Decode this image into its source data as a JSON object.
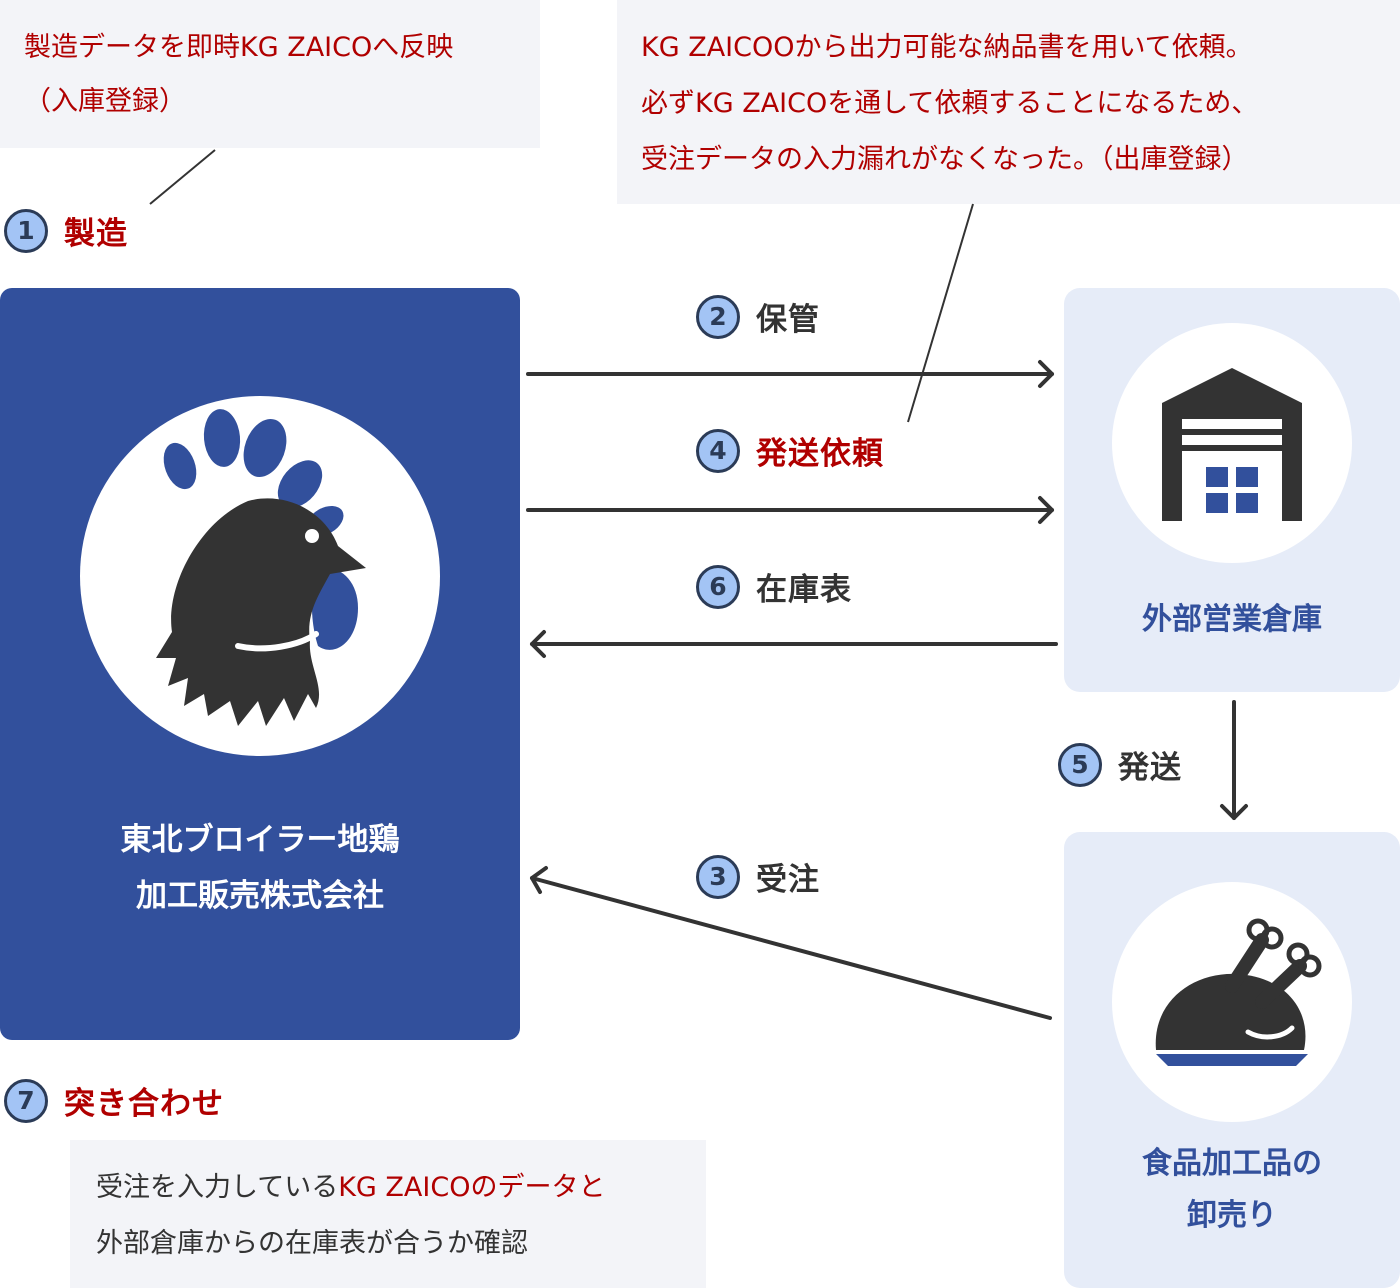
{
  "callouts": {
    "manufacturing": {
      "line1": "製造データを即時KG ZAICOへ反映",
      "line2": "（入庫登録）"
    },
    "shipping_request": {
      "line1": "KG ZAICOOから出力可能な納品書を用いて依頼。",
      "line2": "必ずKG ZAICOを通して依頼することになるため、",
      "line3": "受注データの入力漏れがなくなった。（出庫登録）"
    },
    "reconcile": {
      "line1_a": "受注を入力している",
      "line1_b": "KG ZAICOのデータと",
      "line2": "外部倉庫からの在庫表が合うか確認"
    }
  },
  "steps": [
    {
      "num": "1",
      "label": "製造"
    },
    {
      "num": "2",
      "label": "保管"
    },
    {
      "num": "3",
      "label": "受注"
    },
    {
      "num": "4",
      "label": "発送依頼"
    },
    {
      "num": "5",
      "label": "発送"
    },
    {
      "num": "6",
      "label": "在庫表"
    },
    {
      "num": "7",
      "label": "突き合わせ"
    }
  ],
  "company": {
    "line1": "東北ブロイラー地鶏",
    "line2": "加工販売株式会社"
  },
  "warehouse": {
    "name": "外部営業倉庫"
  },
  "wholesale": {
    "line1": "食品加工品の",
    "line2": "卸売り"
  },
  "colors": {
    "company_blue": "#32509c",
    "accent_red": "#b00000",
    "badge_fill": "#a3c4f5",
    "dark_gray": "#333333",
    "panel_light": "#e6ecf8"
  },
  "icons": {
    "company": "rooster-icon",
    "warehouse": "warehouse-icon",
    "wholesale": "roast-chicken-icon"
  }
}
